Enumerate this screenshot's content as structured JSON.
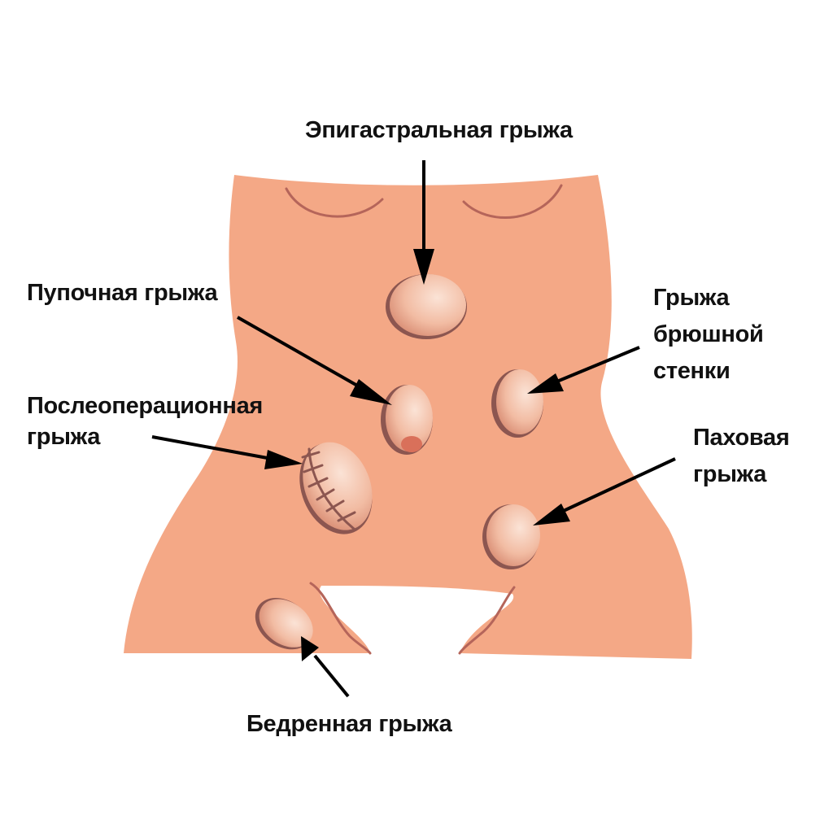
{
  "colors": {
    "background": "#ffffff",
    "skin": "#f4a886",
    "skin_contour": "#b5655a",
    "hernia_light": "#fbe3d6",
    "hernia_mid": "#f2bca3",
    "hernia_edge": "#8c5650",
    "navel": "#d9705a",
    "suture": "#8c5650",
    "arrow": "#000000",
    "text": "#111111"
  },
  "labels": {
    "epigastric": [
      "Эпигастральная грыжа"
    ],
    "umbilical": [
      "Пупочная грыжа"
    ],
    "postoperative": [
      "Послеоперационная",
      "грыжа"
    ],
    "abdominal_wall": [
      "Грыжа",
      "брюшной",
      "стенки"
    ],
    "inguinal": [
      "Паховая",
      "грыжа"
    ],
    "femoral": [
      "Бедренная грыжа"
    ]
  }
}
